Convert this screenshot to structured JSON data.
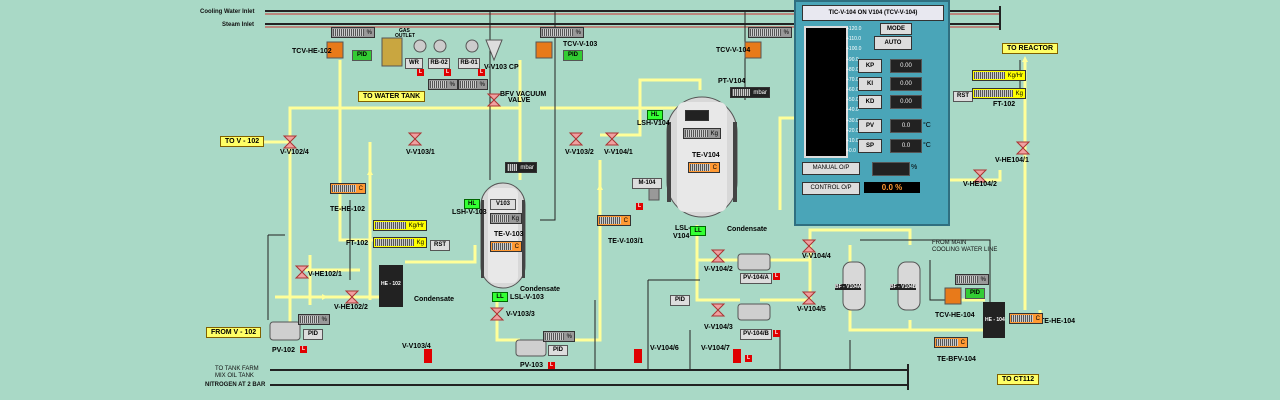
{
  "headers": {
    "cooling_water_inlet": "Cooling Water Inlet",
    "steam_inlet": "Steam Inlet",
    "to_tank_farm": "TO TANK FARM",
    "mix_oil_tank": "MIX OIL TANK",
    "nitrogen": "NITROGEN AT 2 BAR",
    "from_main_cw_1": "FROM MAIN",
    "from_main_cw_2": "COOLING WATER LINE"
  },
  "nav": {
    "to_reactor": "TO REACTOR",
    "to_v102": "TO V - 102",
    "from_v102": "FROM V - 102",
    "to_water_tank": "TO WATER TANK",
    "to_ct112": "TO CT112"
  },
  "tags": {
    "tcv_he102": "TCV-HE-102",
    "tcv_v103": "TCV-V-103",
    "tcv_v104": "TCV-V-104",
    "gas_outlet_1": "GAS",
    "gas_outlet_2": "OUTLET",
    "wr": "WR",
    "rb02": "RB-02",
    "rb01": "RB-01",
    "v103cp": "V-V103 CP",
    "bfv_vac_1": "BFV VACUUM",
    "bfv_vac_2": "VALVE",
    "pt_v104": "PT-V104",
    "v_v102_4": "V-V102/4",
    "v_v103_1": "V-V103/1",
    "v_v103_2": "V-V103/2",
    "v_v104_1": "V-V104/1",
    "lsh_v104": "LSH-V104",
    "te_v104": "TE-V104",
    "m104": "M-104",
    "lsl_v104_1": "LSL-",
    "lsl_v104_2": "V104",
    "condensate1": "Condensate",
    "condensate2": "Condensate",
    "condensate3": "Condensate",
    "te_he102": "TE-HE-102",
    "ft102": "FT-102",
    "lsh_v103": "LSH-V-103",
    "v103": "V103",
    "te_v103": "TE-V-103",
    "lsl_v103": "LSL-V-103",
    "v_he102_1": "V-HE102/1",
    "v_he102_2": "V-HE102/2",
    "he102": "HE - 102",
    "v_v103_3": "V-V103/3",
    "pv102": "PV-102",
    "pv103": "PV-103",
    "te_v103_1": "TE-V-103/1",
    "v_v104_2": "V-V104/2",
    "v_v104_3": "V-V104/3",
    "v_v104_4": "V-V104/4",
    "v_v104_5": "V-V104/5",
    "pv104a": "PV-104/A",
    "pv104b": "PV-104/B",
    "bf_v104a": "BF - V104A",
    "bf_v104b": "BF - V104B",
    "v_v103_4": "V-V103/4",
    "v_v104_6": "V-V104/6",
    "v_v104_7": "V-V104/7",
    "tcv_he104": "TCV-HE-104",
    "te_bfv104": "TE-BFV-104",
    "he104": "HE - 104",
    "te_he104": "TE-HE-104",
    "ft102r": "FT-102",
    "v_he104_1": "V-HE104/1",
    "v_he104_2": "V-HE104/2",
    "pid": "PID",
    "rst": "RST",
    "hl": "HL",
    "ll": "LL",
    "red_l": "L"
  },
  "units": {
    "pct": "%",
    "mbar": "mbar",
    "kghr": "Kg/Hr",
    "kg": "Kg",
    "degc": "C"
  },
  "faceplate": {
    "title": "TIC-V-104  ON V104  (TCV-V-104)",
    "mode_label": "MODE",
    "mode_value": "AUTO",
    "kp_label": "KP",
    "ki_label": "KI",
    "kd_label": "KD",
    "pv_label": "PV",
    "sp_label": "SP",
    "kp_value": "0.00",
    "ki_value": "0.00",
    "kd_value": "0.00",
    "pv_value": "0.0",
    "sp_value": "0.0",
    "deg_unit": "°C",
    "manual_op_label": "MANUAL O/P",
    "manual_op_unit": "%",
    "control_op_label": "CONTROL O/P",
    "control_op_value": "0.0 %",
    "scale": [
      "+120.0",
      "+110.0",
      "+100.0",
      "+90.0",
      "+80.0",
      "+70.0",
      "+60.0",
      "+50.0",
      "+40.0",
      "+30.0",
      "+20.0",
      "+10.0",
      "+0.0"
    ],
    "bar_fill": 0
  },
  "colors": {
    "background": "#a9d9c6",
    "pipe_yellow": "#ffff99",
    "pipe_dark": "#222222",
    "panel": "#4aa5b8",
    "alarm_red": "#e00000",
    "level_green": "#33ff33"
  }
}
